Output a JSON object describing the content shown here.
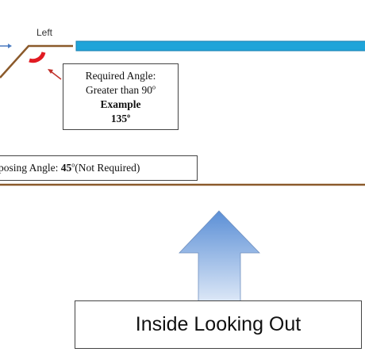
{
  "labels": {
    "left": "Left"
  },
  "callout": {
    "line1": "Required Angle:",
    "line2_text": "Greater than 90",
    "line2_sup": "o",
    "example": "Example",
    "value_text": "135",
    "value_sup": "o"
  },
  "opposing": {
    "prefix": "posing Angle: ",
    "angle": "45",
    "angle_sup": "o",
    "suffix": "(Not Required)"
  },
  "footer": {
    "caption": "Inside Looking Out"
  },
  "colors": {
    "wall_line": "#8b5a2b",
    "blue_bar": "#1ea4d9",
    "blue_bar_border": "#1a7fb0",
    "angle_arc": "#e11b22",
    "arrow_pointer": "#c0302a",
    "arrow_top": "#5b8fd6",
    "arrow_bottom": "#dde8f7",
    "small_arrow": "#4a7bc0"
  }
}
